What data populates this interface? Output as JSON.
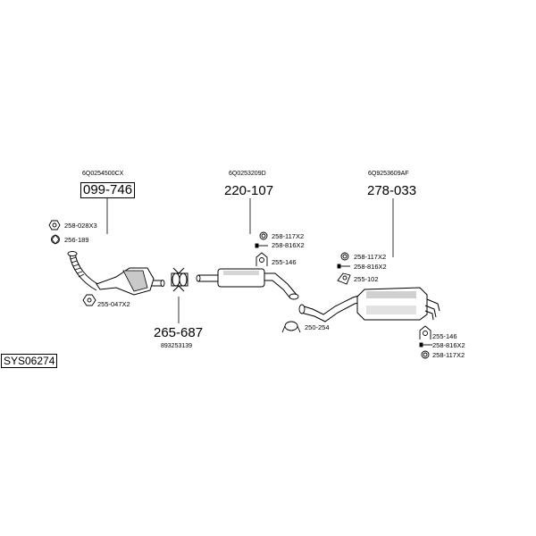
{
  "diagram_id": "SYS06274",
  "groups": [
    {
      "oem": "6Q0254500CX",
      "number": "099-746"
    },
    {
      "oem": "6Q0253209D",
      "number": "220-107"
    },
    {
      "oem": "6Q9253609AF",
      "number": "278-033"
    },
    {
      "number": "265-687",
      "oem": "893253139"
    }
  ],
  "fittings": {
    "catalyst": [
      "258-028X3",
      "256-189",
      "255-047X2"
    ],
    "middle": [
      "258-117X2",
      "258-816X2",
      "255-146"
    ],
    "rear_top": [
      "258-117X2",
      "258-816X2",
      "255-102"
    ],
    "joint": [
      "250-254"
    ],
    "rear_bottom": [
      "255-146",
      "258-816X2",
      "258-117X2"
    ]
  },
  "icons": {
    "nut": "hex-nut-icon",
    "ring": "gasket-ring-icon",
    "clamp": "clamp-icon",
    "bolt": "bolt-icon",
    "hanger": "rubber-hanger-icon"
  }
}
